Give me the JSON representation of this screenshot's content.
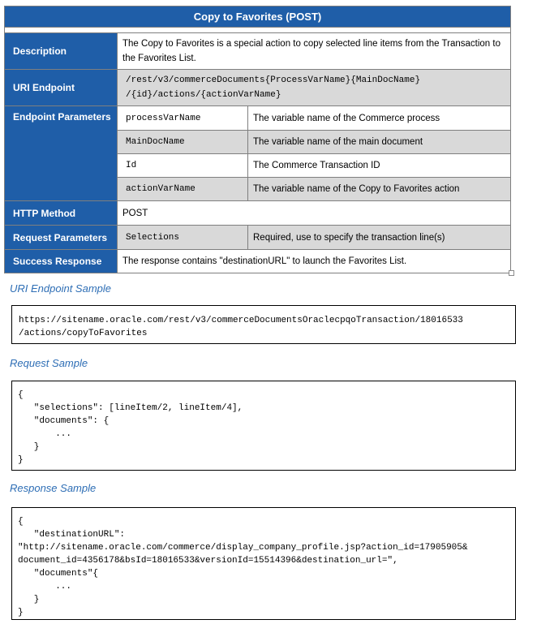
{
  "table": {
    "title": "Copy to Favorites (POST)",
    "description": {
      "label": "Description",
      "text": "The Copy to Favorites is a special action to copy selected line items from the Transaction to the Favorites List."
    },
    "uri_endpoint": {
      "label": "URI Endpoint",
      "line1": "/rest/v3/commerceDocuments{ProcessVarName}{MainDocName}",
      "line2": "/{id}/actions/{actionVarName}"
    },
    "endpoint_parameters": {
      "label": "Endpoint Parameters",
      "rows": [
        {
          "name": "processVarName",
          "desc": "The variable name of the Commerce process"
        },
        {
          "name": "MainDocName",
          "desc": "The variable name of the main document"
        },
        {
          "name": "Id",
          "desc": "The Commerce Transaction  ID"
        },
        {
          "name": "actionVarName",
          "desc": "The variable name of the Copy to Favorites action"
        }
      ]
    },
    "http_method": {
      "label": "HTTP Method",
      "value": "POST"
    },
    "request_parameters": {
      "label": "Request Parameters",
      "name": "Selections",
      "desc": "Required, use to specify the transaction line(s)"
    },
    "success_response": {
      "label": "Success Response",
      "text": "The response contains \"destinationURL\"  to launch the Favorites List."
    }
  },
  "uri_sample": {
    "heading": "URI Endpoint Sample",
    "code": "https://sitename.oracle.com/rest/v3/commerceDocumentsOraclecpqoTransaction/18016533\n/actions/copyToFavorites"
  },
  "request_sample": {
    "heading": "Request Sample",
    "code": "{\n   \"selections\": [lineItem/2, lineItem/4],\n   \"documents\": {\n       ...\n   }\n}"
  },
  "response_sample": {
    "heading": "Response Sample",
    "code": "{\n   \"destinationURL\":\n\"http://sitename.oracle.com/commerce/display_company_profile.jsp?action_id=17905905&\ndocument_id=4356178&bsId=18016533&versionId=15514396&destination_url=\",\n   \"documents\"{\n       ...\n   }\n}"
  }
}
